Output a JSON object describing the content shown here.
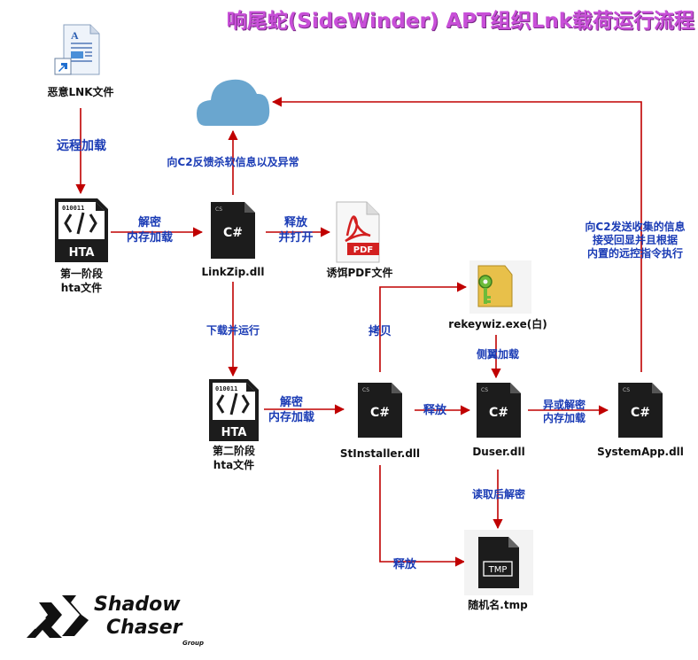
{
  "title": "响尾蛇(SideWinder) APT组织Lnk载荷运行流程",
  "nodes": {
    "lnk": "恶意LNK文件",
    "hta1_line1": "第一阶段",
    "hta1_line2": "hta文件",
    "linkzip": "LinkZip.dll",
    "pdf": "诱饵PDF文件",
    "hta2_line1": "第二阶段",
    "hta2_line2": "hta文件",
    "stinstaller": "StInstaller.dll",
    "rekeywiz": "rekeywiz.exe(白)",
    "duser": "Duser.dll",
    "systemapp": "SystemApp.dll",
    "tmp": "随机名.tmp"
  },
  "edges": {
    "remote_load": "远程加载",
    "c2_feedback": "向C2反馈杀软信息以及异常",
    "decrypt_mem1_line1": "解密",
    "decrypt_mem1_line2": "内存加载",
    "release_open_line1": "释放",
    "release_open_line2": "并打开",
    "download_run": "下载并运行",
    "decrypt_mem2_line1": "解密",
    "decrypt_mem2_line2": "内存加载",
    "copy": "拷贝",
    "sideload": "侧翼加载",
    "release1": "释放",
    "xor_decrypt_line1": "异或解密",
    "xor_decrypt_line2": "内存加载",
    "c2_send_line1": "向C2发送收集的信息",
    "c2_send_line2": "接受回显并且根据",
    "c2_send_line3": "内置的远控指令执行",
    "read_decrypt": "读取后解密",
    "release2": "释放"
  },
  "icons": {
    "hta1": {
      "label": "HTA",
      "code": "010011"
    },
    "hta2": {
      "label": "HTA",
      "code": "010011"
    },
    "cs_tag": "CS",
    "cs_glyph": "C#",
    "pdf_badge": "PDF",
    "tmp_label": "TMP"
  },
  "logo": {
    "line1": "Shadow",
    "line2": "Chaser",
    "line3": "Group"
  },
  "colors": {
    "arrow": "#c00000",
    "edge_text": "#1a3bb5",
    "title": "#c84fd8",
    "cloud": "#6aa6cf"
  }
}
